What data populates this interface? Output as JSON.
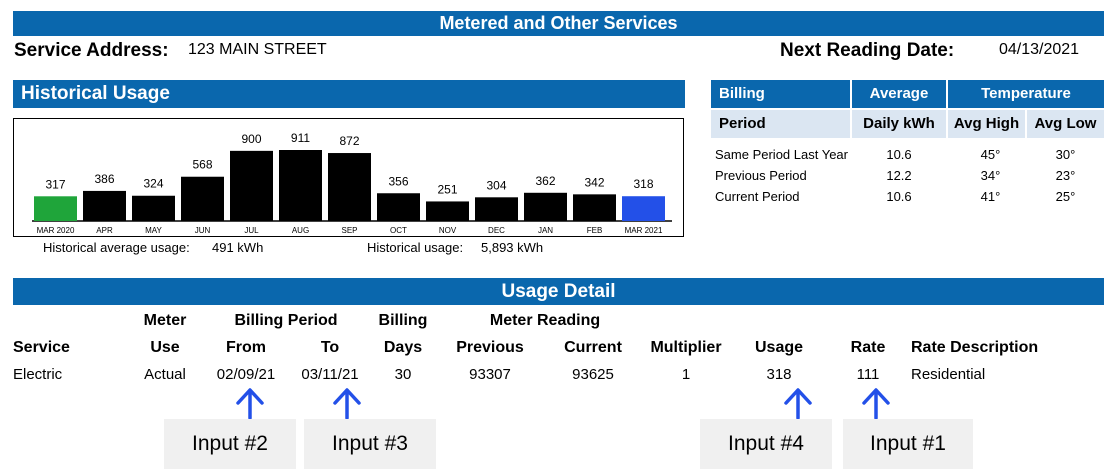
{
  "header": {
    "title": "Metered and Other Services"
  },
  "service_address": {
    "label": "Service Address:",
    "value": "123 MAIN STREET"
  },
  "next_reading": {
    "label": "Next Reading Date:",
    "value": "04/13/2021"
  },
  "historical": {
    "title": "Historical Usage",
    "avg_label": "Historical average usage:",
    "avg_value": "491 kWh",
    "total_label": "Historical usage:",
    "total_value": "5,893 kWh"
  },
  "chart_data": {
    "type": "bar",
    "categories": [
      "MAR 2020",
      "APR",
      "MAY",
      "JUN",
      "JUL",
      "AUG",
      "SEP",
      "OCT",
      "NOV",
      "DEC",
      "JAN",
      "FEB",
      "MAR 2021"
    ],
    "values": [
      317,
      386,
      324,
      568,
      900,
      911,
      872,
      356,
      251,
      304,
      362,
      342,
      318
    ],
    "colors": [
      "#1fa53a",
      "#000000",
      "#000000",
      "#000000",
      "#000000",
      "#000000",
      "#000000",
      "#000000",
      "#000000",
      "#000000",
      "#000000",
      "#000000",
      "#2350e8"
    ],
    "title": "",
    "xlabel": "",
    "ylabel": "",
    "ylim": [
      0,
      911
    ]
  },
  "comparison": {
    "headers": {
      "billing": "Billing",
      "average": "Average",
      "temperature": "Temperature"
    },
    "subheaders": {
      "period": "Period",
      "daily_kwh": "Daily kWh",
      "avg_high": "Avg High",
      "avg_low": "Avg Low"
    },
    "rows": [
      {
        "period": "Same Period Last Year",
        "daily": "10.6",
        "high": "45°",
        "low": "30°"
      },
      {
        "period": "Previous Period",
        "daily": "12.2",
        "high": "34°",
        "low": "23°"
      },
      {
        "period": "Current Period",
        "daily": "10.6",
        "high": "41°",
        "low": "25°"
      }
    ]
  },
  "usage_detail": {
    "title": "Usage Detail",
    "group_headers": {
      "meter": "Meter",
      "billing_period": "Billing Period",
      "billing": "Billing",
      "meter_reading": "Meter Reading"
    },
    "columns": {
      "service": "Service",
      "use": "Use",
      "from": "From",
      "to": "To",
      "days": "Days",
      "previous": "Previous",
      "current": "Current",
      "multiplier": "Multiplier",
      "usage": "Usage",
      "rate": "Rate",
      "rate_desc": "Rate Description"
    },
    "row": {
      "service": "Electric",
      "use": "Actual",
      "from": "02/09/21",
      "to": "03/11/21",
      "days": "30",
      "previous": "93307",
      "current": "93625",
      "multiplier": "1",
      "usage": "318",
      "rate": "111",
      "rate_desc": "Residential"
    }
  },
  "annotations": {
    "input_from": "Input #2",
    "input_to": "Input #3",
    "input_usage": "Input #4",
    "input_rate": "Input #1",
    "arrow_color": "#2350e8"
  }
}
